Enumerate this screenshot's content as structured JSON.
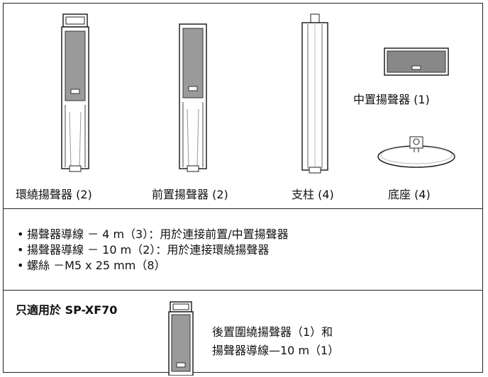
{
  "items": [
    {
      "label": "環繞揚聲器 (2)"
    },
    {
      "label": "前置揚聲器 (2)"
    },
    {
      "label": "支柱 (4)"
    },
    {
      "label": "中置揚聲器 (1)"
    },
    {
      "label": "底座 (4)"
    }
  ],
  "cables": [
    "揚聲器導線 －  4 m（3）：用於連接前置/中置揚聲器",
    "揚聲器導線 － 10 m（2）：用於連接環繞揚聲器",
    "螺絲 －M5 x 25 mm（8）"
  ],
  "only_for": {
    "title": "只適用於 SP-XF70",
    "line1": "後置圍繞揚聲器（1）和",
    "line2": "揚聲器導線—10 m（1）"
  }
}
